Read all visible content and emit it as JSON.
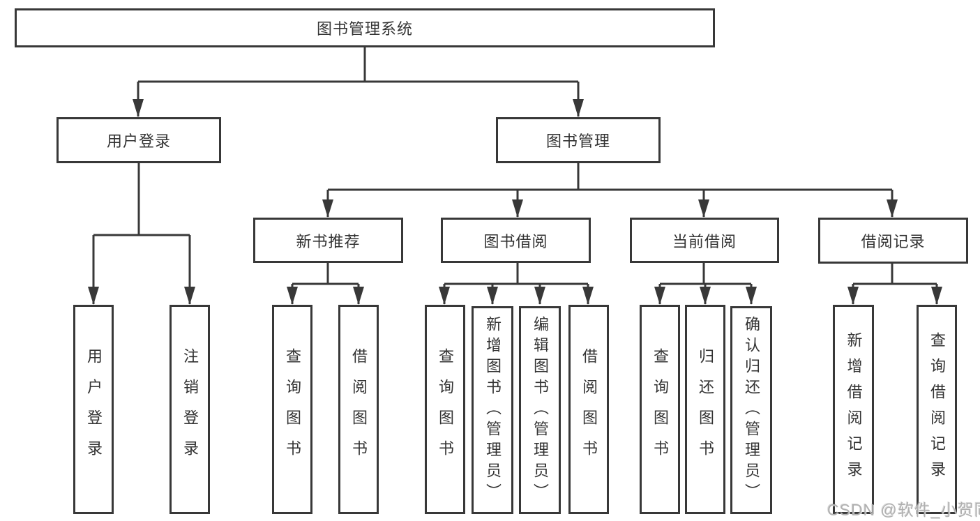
{
  "diagram": {
    "type": "tree-structure-chart",
    "title": "图书管理系统"
  },
  "colors": {
    "line": "#383838",
    "box_border": "#383838",
    "text": "#333333",
    "background": "#ffffff",
    "watermark": "#b0b0b0"
  },
  "nodes": {
    "root": {
      "label": "图书管理系统"
    },
    "user_login": {
      "label": "用户登录"
    },
    "book_mgmt": {
      "label": "图书管理"
    },
    "new_book_rec": {
      "label": "新书推荐"
    },
    "book_borrow": {
      "label": "图书借阅"
    },
    "current_borrow": {
      "label": "当前借阅"
    },
    "borrow_records": {
      "label": "借阅记录"
    },
    "leaf_user_login": {
      "label": "用户登录"
    },
    "leaf_logout": {
      "label": "注销登录"
    },
    "leaf_nbr_query": {
      "label": "查询图书"
    },
    "leaf_nbr_borrow": {
      "label": "借阅图书"
    },
    "leaf_bb_query": {
      "label": "查询图书"
    },
    "leaf_bb_add": {
      "label": "新增图书（管理员）"
    },
    "leaf_bb_edit": {
      "label": "编辑图书（管理员）"
    },
    "leaf_bb_borrow": {
      "label": "借阅图书"
    },
    "leaf_cb_query": {
      "label": "查询图书"
    },
    "leaf_cb_return": {
      "label": "归还图书"
    },
    "leaf_cb_confirm": {
      "label": "确认归还（管理员）"
    },
    "leaf_br_add": {
      "label": "新增借阅记录"
    },
    "leaf_br_query": {
      "label": "查询借阅记录"
    }
  },
  "hierarchy": {
    "图书管理系统": {
      "用户登录": [
        "用户登录",
        "注销登录"
      ],
      "图书管理": {
        "新书推荐": [
          "查询图书",
          "借阅图书"
        ],
        "图书借阅": [
          "查询图书",
          "新增图书（管理员）",
          "编辑图书（管理员）",
          "借阅图书"
        ],
        "当前借阅": [
          "查询图书",
          "归还图书",
          "确认归还（管理员）"
        ],
        "借阅记录": [
          "新增借阅记录",
          "查询借阅记录"
        ]
      }
    }
  },
  "watermark": {
    "text": "CSDN @软件_小贺同学"
  }
}
